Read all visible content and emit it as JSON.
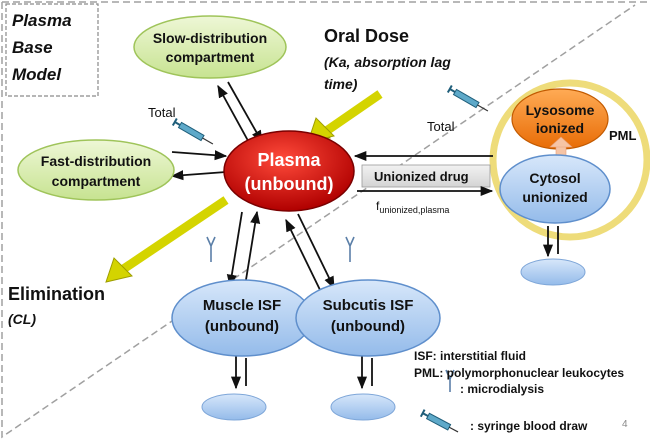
{
  "title_box": {
    "line1": "Plasma",
    "line2": "Base",
    "line3": "Model"
  },
  "nodes": {
    "plasma": {
      "line1": "Plasma",
      "line2": "(unbound)"
    },
    "slow": {
      "line1": "Slow-distribution",
      "line2": "compartment"
    },
    "fast": {
      "line1": "Fast-distribution",
      "line2": "compartment"
    },
    "muscle": {
      "line1": "Muscle ISF",
      "line2": "(unbound)"
    },
    "subcutis": {
      "line1": "Subcutis ISF",
      "line2": "(unbound)"
    },
    "lysosome": {
      "line1": "Lysosome",
      "line2": "ionized"
    },
    "cytosol": {
      "line1": "Cytosol",
      "line2": "unionized"
    },
    "pml": "PML"
  },
  "labels": {
    "oral_dose_title": "Oral Dose",
    "oral_dose_sub1": "(Ka, absorption lag",
    "oral_dose_sub2": "time)",
    "elimination_title": "Elimination",
    "elimination_sub": "(CL)",
    "total_left": "Total",
    "total_right": "Total",
    "unionized_drug": "Unionized drug",
    "f_main": "f",
    "f_sub": "unionized,plasma"
  },
  "legend": {
    "isf": "ISF: interstitial fluid",
    "pml": "PML: polymorphonuclear  leukocytes",
    "microdialysis": ": microdialysis",
    "syringe": ":  syringe blood draw"
  },
  "page_number": "4",
  "colors": {
    "plasma": "#d01010",
    "green": "#d6ecaa",
    "blue": "#a9c9ef",
    "orange": "#f07d1a",
    "yellow": "#d4d400",
    "pml_border": "#e8d46a"
  }
}
